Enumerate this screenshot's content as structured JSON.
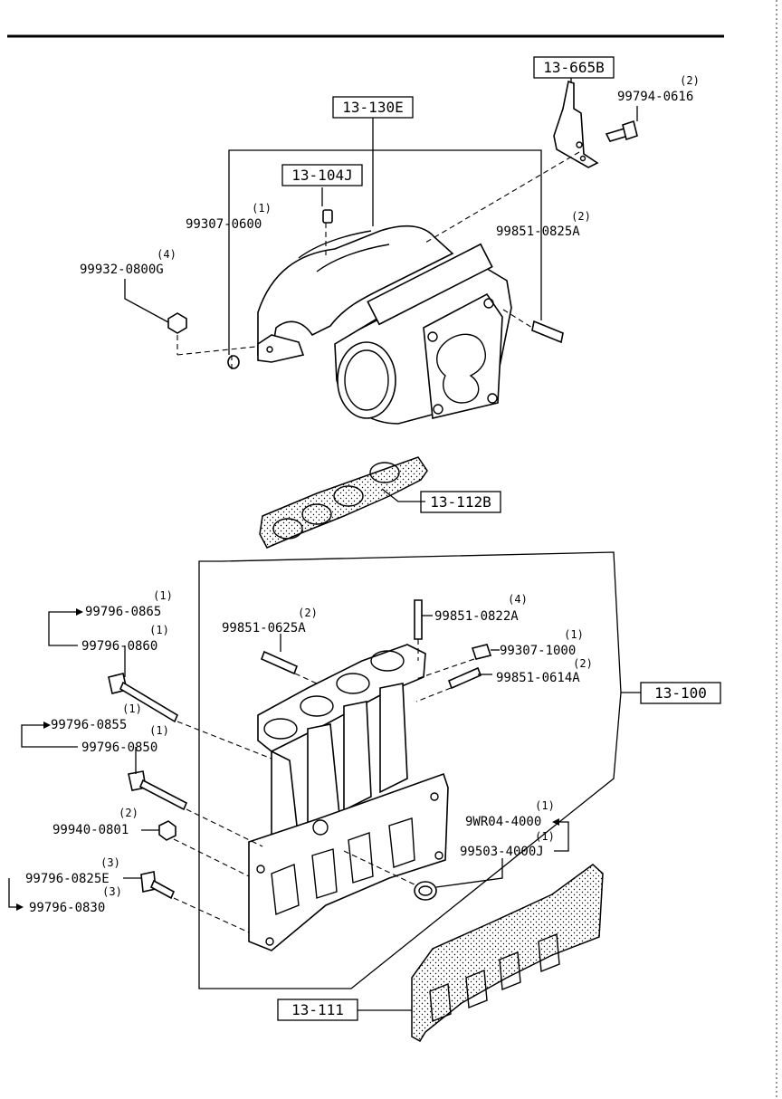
{
  "refs": {
    "r_13_665B": "13-665B",
    "r_13_130E": "13-130E",
    "r_13_104J": "13-104J",
    "r_13_112B": "13-112B",
    "r_13_100": "13-100",
    "r_13_111": "13-111"
  },
  "parts": [
    {
      "id": "p1",
      "part": "99794-0616",
      "qty": "(2)"
    },
    {
      "id": "p2",
      "part": "99307-0600",
      "qty": "(1)"
    },
    {
      "id": "p3",
      "part": "99851-0825A",
      "qty": "(2)"
    },
    {
      "id": "p4",
      "part": "99932-0800G",
      "qty": "(4)"
    },
    {
      "id": "p5",
      "part": "99796-0865",
      "qty": "(1)"
    },
    {
      "id": "p6",
      "part": "99796-0860",
      "qty": "(1)"
    },
    {
      "id": "p7",
      "part": "99851-0625A",
      "qty": "(2)"
    },
    {
      "id": "p8",
      "part": "99851-0822A",
      "qty": "(4)"
    },
    {
      "id": "p9",
      "part": "99307-1000",
      "qty": "(1)"
    },
    {
      "id": "p10",
      "part": "99851-0614A",
      "qty": "(2)"
    },
    {
      "id": "p11",
      "part": "99796-0855",
      "qty": "(1)"
    },
    {
      "id": "p12",
      "part": "99796-0850",
      "qty": "(1)"
    },
    {
      "id": "p13",
      "part": "99940-0801",
      "qty": "(2)"
    },
    {
      "id": "p14",
      "part": "9WR04-4000",
      "qty": "(1)"
    },
    {
      "id": "p15",
      "part": "99503-4000J",
      "qty": "(1)"
    },
    {
      "id": "p16",
      "part": "99796-0825E",
      "qty": "(3)"
    },
    {
      "id": "p17",
      "part": "99796-0830",
      "qty": "(3)"
    }
  ]
}
